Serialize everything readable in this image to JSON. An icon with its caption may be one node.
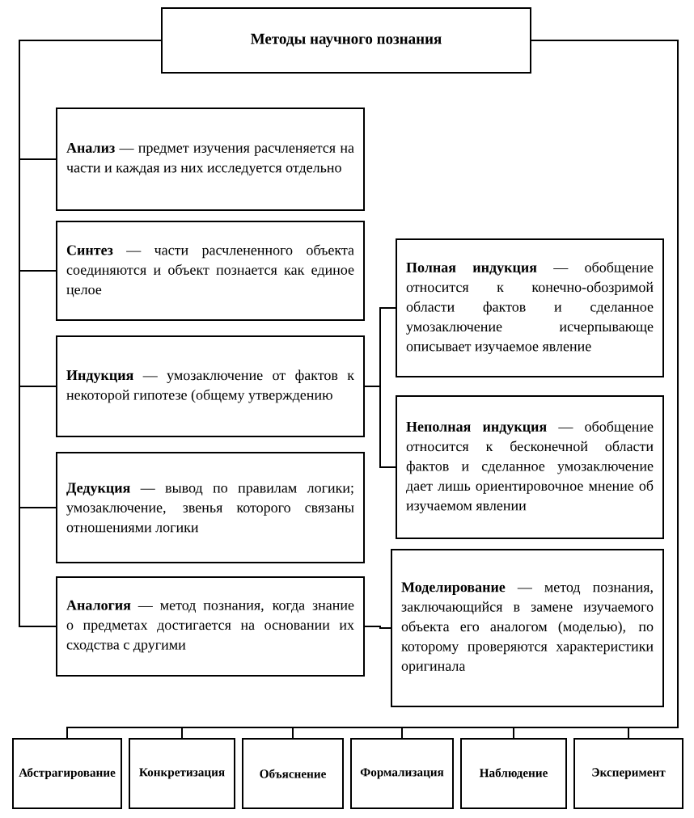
{
  "diagram": {
    "nodes": [
      {
        "text": [
          "Методы научного познания"
        ]
      },
      {
        "text": [
          "**Анализ** — предмет изучения расчленяется на части и каждая из них исследуется отдельно"
        ]
      },
      {
        "text": [
          "**Синтез** — части расчлененного объекта соединяются и объект познается как единое целое"
        ]
      },
      {
        "text": [
          "**Индукция** — умозаключение от фактов к некоторой гипотезе (общему утверждению"
        ]
      },
      {
        "text": [
          "**Дедукция** — вывод по правилам логики; умозаключение, звенья которого связаны отношениями логики"
        ]
      },
      {
        "text": [
          "**Аналогия** — метод познания, когда знание о предметах достигается на основании их сходства с другими"
        ]
      },
      {
        "text": [
          "**Полная индукция** — обобщение относится к конечно-обозримой области фактов и сделанное умозаключение исчерпывающе описывает изучаемое явление"
        ]
      },
      {
        "text": [
          "**Неполная индукция** — обобщение относится к бесконечной области фактов и сделанное умозаключение дает лишь ориентировочное мнение об изучаемом явлении"
        ]
      },
      {
        "text": [
          "**Моделирование** — метод познания, заключающийся в замене изучаемого объекта его аналогом (моделью), по которому проверяются характеристики оригинала"
        ]
      },
      {
        "text": [
          "Абстрагирование"
        ]
      },
      {
        "text": [
          "Конкретизация"
        ]
      },
      {
        "text": [
          "Объяснение"
        ]
      },
      {
        "text": [
          "Формализация"
        ]
      },
      {
        "text": [
          "Наблюдение"
        ]
      },
      {
        "text": [
          "Эксперимент"
        ]
      }
    ],
    "edges": [
      {
        "from": 0,
        "to": 1,
        "arrow": "none"
      },
      {
        "from": 0,
        "to": 2,
        "arrow": "none"
      },
      {
        "from": 0,
        "to": 3,
        "arrow": "none"
      },
      {
        "from": 0,
        "to": 4,
        "arrow": "none"
      },
      {
        "from": 0,
        "to": 5,
        "arrow": "none"
      },
      {
        "from": 3,
        "to": 6,
        "arrow": "none"
      },
      {
        "from": 3,
        "to": 7,
        "arrow": "none"
      },
      {
        "from": 5,
        "to": 8,
        "arrow": "none"
      },
      {
        "from": 0,
        "to": 9,
        "arrow": "none"
      },
      {
        "from": 0,
        "to": 10,
        "arrow": "none"
      },
      {
        "from": 0,
        "to": 11,
        "arrow": "none"
      },
      {
        "from": 0,
        "to": 12,
        "arrow": "none"
      },
      {
        "from": 0,
        "to": 13,
        "arrow": "none"
      },
      {
        "from": 0,
        "to": 14,
        "arrow": "none"
      }
    ]
  }
}
